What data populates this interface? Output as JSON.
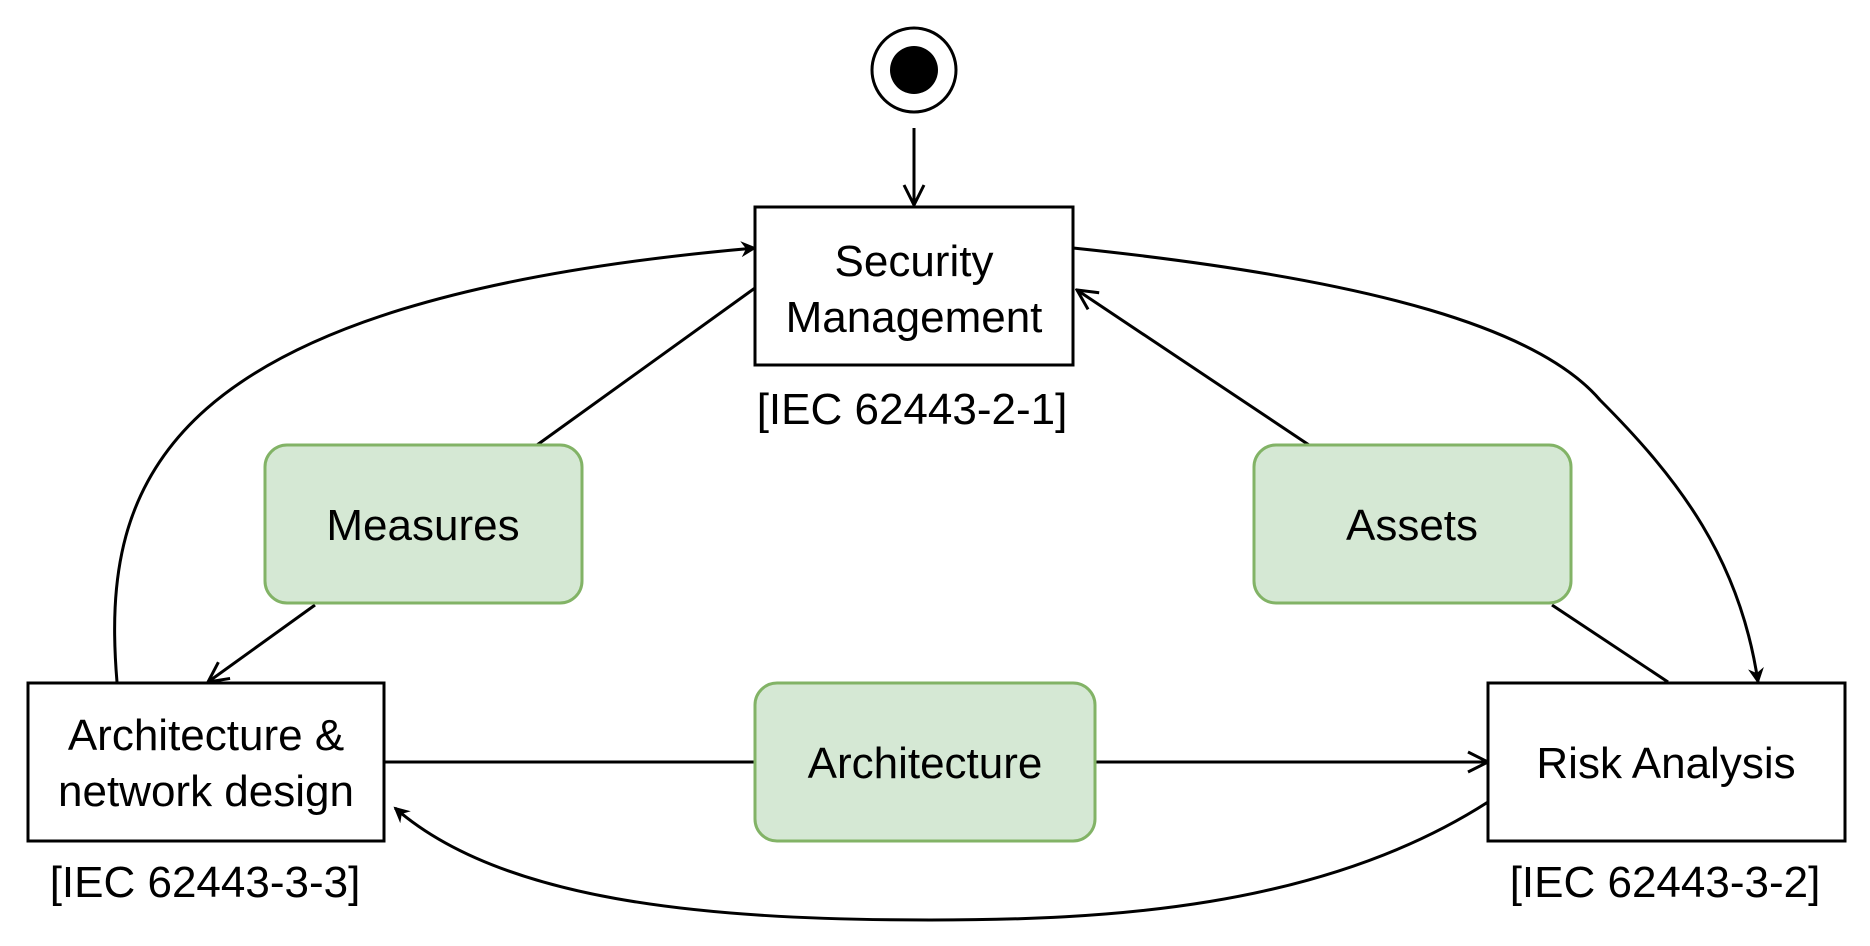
{
  "colors": {
    "process_fill": "#ffffff",
    "process_stroke": "#000000",
    "artifact_fill": "#d5e8d4",
    "artifact_stroke": "#82b366",
    "edge": "#000000"
  },
  "start_node": {
    "icon": "initial-state-icon"
  },
  "processes": {
    "security_management": {
      "line1": "Security",
      "line2": "Management",
      "ref": "[IEC 62443-2-1]"
    },
    "architecture_network_design": {
      "line1": "Architecture &",
      "line2": "network design",
      "ref": "[IEC 62443-3-3]"
    },
    "risk_analysis": {
      "label": "Risk Analysis",
      "ref": "[IEC 62443-3-2]"
    }
  },
  "artifacts": {
    "measures": "Measures",
    "assets": "Assets",
    "architecture": "Architecture"
  }
}
